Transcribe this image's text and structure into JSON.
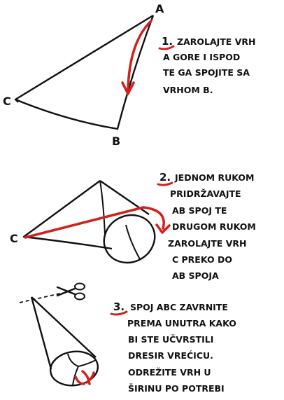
{
  "colors": {
    "ink": "#111111",
    "accent": "#d2201c",
    "background": "#ffffff"
  },
  "points": {
    "a": "A",
    "b": "B",
    "c": "C"
  },
  "steps": [
    {
      "number": "1.",
      "lines": [
        "ZAROLAJTE VRH",
        "A GORE I ISPOD",
        "TE GA SPOJITE SA",
        "VRHOM B."
      ]
    },
    {
      "number": "2.",
      "lines": [
        "JEDNOM RUKOM",
        "PRIDRŽAVAJTE",
        "AB SPOJ TE",
        "DRUGOM RUKOM",
        "ZAROLAJTE VRH",
        "C PREKO DO",
        "AB SPOJA"
      ]
    },
    {
      "number": "3.",
      "lines": [
        "SPOJ ABC ZAVRNITE",
        "PREMA UNUTRA KAKO",
        "BI STE UČVRSTILI",
        "DRESIR VREĆICU.",
        "ODREŽITE VRH U",
        "ŠIRINU PO POTREBI"
      ]
    }
  ],
  "icons": [
    "scissors-icon",
    "curved-arrow-icon",
    "twist-arrows-icon"
  ]
}
